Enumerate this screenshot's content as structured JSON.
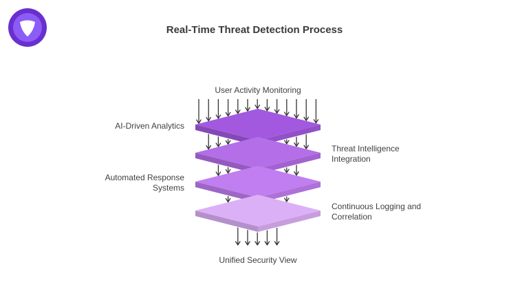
{
  "header": {
    "title": "Real-Time Threat Detection Process",
    "logo_icon": "shield-logo-icon"
  },
  "diagram": {
    "top_label": "User Activity Monitoring",
    "bottom_label": "Unified Security View",
    "layers": [
      {
        "lines": [
          "AI-Driven Analytics"
        ],
        "side": "left",
        "color": "#a259df"
      },
      {
        "lines": [
          "Threat Intelligence",
          "Integration"
        ],
        "side": "right",
        "color": "#b46ee8"
      },
      {
        "lines": [
          "Automated Response",
          "Systems"
        ],
        "side": "left",
        "color": "#c07ef0"
      },
      {
        "lines": [
          "Continuous Logging and",
          "Correlation"
        ],
        "side": "right",
        "color": "#dcb0f7"
      }
    ]
  },
  "colors": {
    "arrow": "#333333",
    "logo_outer": "#6a2fd0",
    "logo_inner": "#8b5cf6"
  }
}
